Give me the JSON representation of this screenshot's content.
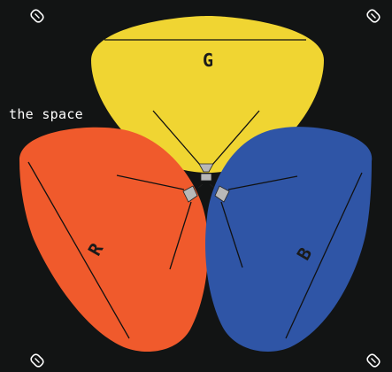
{
  "caption": "the space",
  "colors": {
    "background": "#121414",
    "green_lobe": "#f0d532",
    "red_lobe": "#f05a2c",
    "blue_lobe": "#2f55a6",
    "connector": "#b8b8b8"
  },
  "lobes": [
    {
      "key": "green",
      "label": "G"
    },
    {
      "key": "red",
      "label": "R"
    },
    {
      "key": "blue",
      "label": "B"
    }
  ],
  "icons": [
    "screw-icon",
    "screw-icon",
    "screw-icon",
    "screw-icon"
  ]
}
